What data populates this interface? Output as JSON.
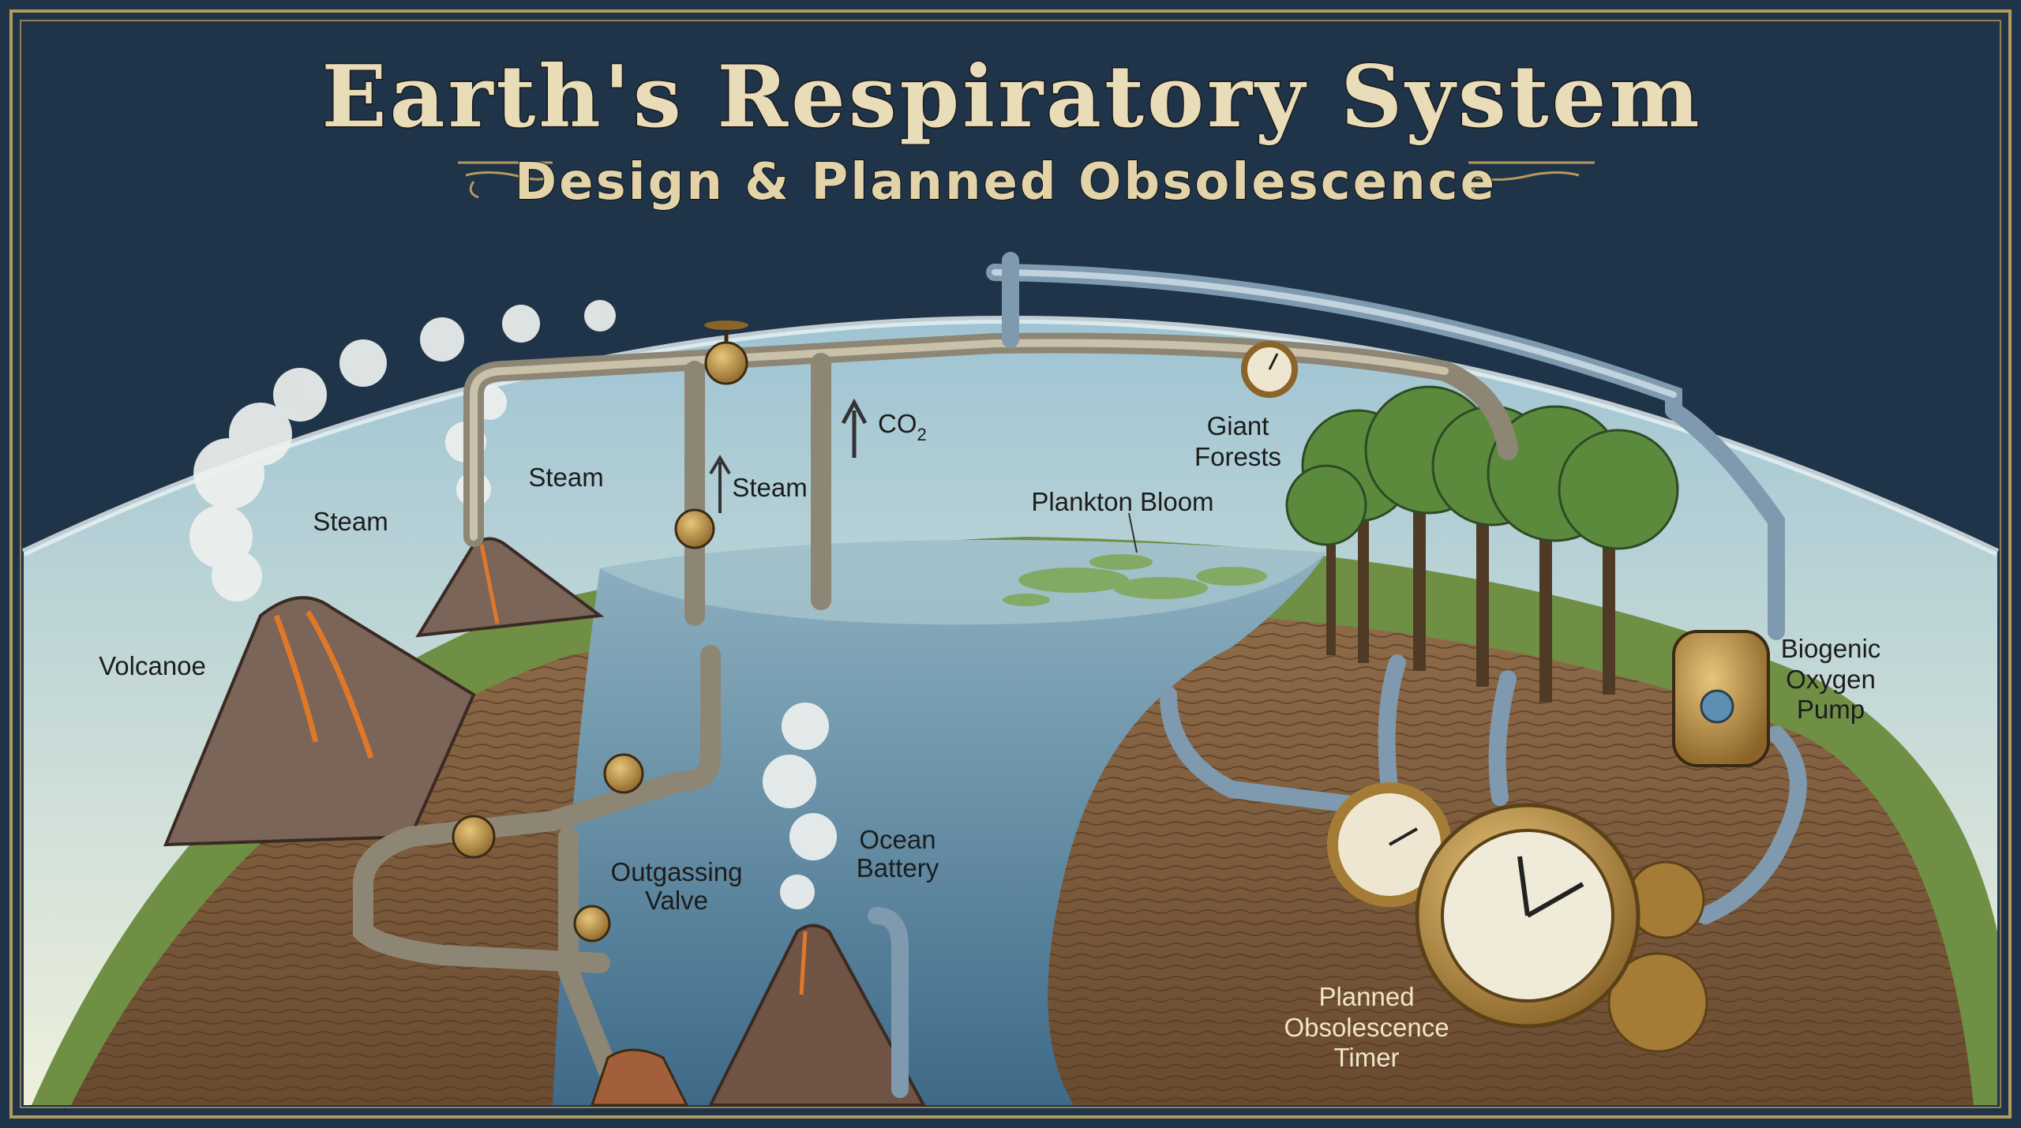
{
  "title": "Earth's Respiratory System",
  "subtitle": "Design & Planned Obsolescence",
  "labels": {
    "volcano": "Volcanoe",
    "steam_1": "Steam",
    "steam_2": "Steam",
    "steam_3": "Steam",
    "co2": "CO",
    "co2_sub": "2",
    "giant_forests_1": "Giant",
    "giant_forests_2": "Forests",
    "plankton": "Plankton Bloom",
    "pump_1": "Biogenic",
    "pump_2": "Oxygen",
    "pump_3": "Pump",
    "valve_1": "Outgassing",
    "valve_2": "Valve",
    "battery_1": "Ocean",
    "battery_2": "Battery",
    "timer_1": "Planned",
    "timer_2": "Obsolescence",
    "timer_3": "Timer"
  },
  "colors": {
    "background": "#1f3349",
    "frame": "#b59a5e",
    "sky": "#cfe3e8",
    "ocean": "#5f8aa5",
    "soil": "#7a5a3c",
    "grass": "#6f8f45"
  }
}
